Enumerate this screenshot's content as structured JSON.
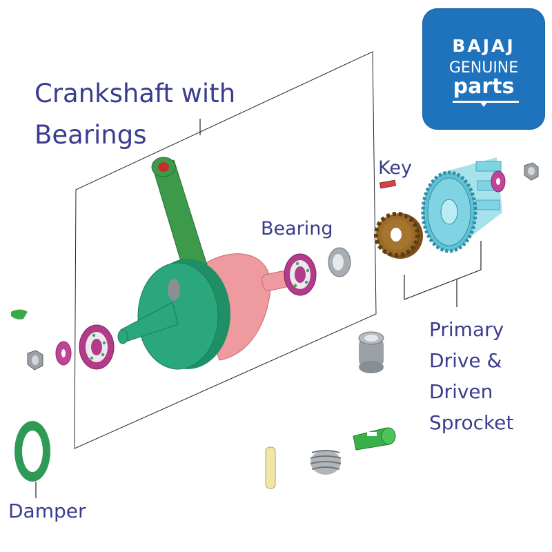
{
  "labels": {
    "crankshaft": "Crankshaft with Bearings",
    "key": "Key",
    "bearing": "Bearing",
    "primary": "Primary Drive & Driven Sprocket",
    "damper": "Damper"
  },
  "logo": {
    "brand": "BAJAJ",
    "line2": "GENUINE",
    "line3": "parts"
  },
  "colors": {
    "label": "#3a3c8e",
    "logo_bg": "#1f73bd",
    "flywheel": "#2aa77c",
    "counterweight": "#ee9a9e",
    "conrod": "#3d9a4a",
    "bearing": "#b43a8a",
    "gear": "#9c6b2a",
    "drum": "#7fd3e3",
    "washer": "#c2449a",
    "damper": "#2f9a55",
    "steel": "#9aa0a6"
  },
  "icons": [
    "crankshaft-assembly",
    "bearing-icon",
    "key-icon",
    "gear-icon",
    "clutch-drum-icon",
    "nut-icon",
    "washer-icon",
    "damper-ring-icon",
    "pin-icon",
    "spring-icon",
    "bush-icon",
    "plunger-icon"
  ]
}
